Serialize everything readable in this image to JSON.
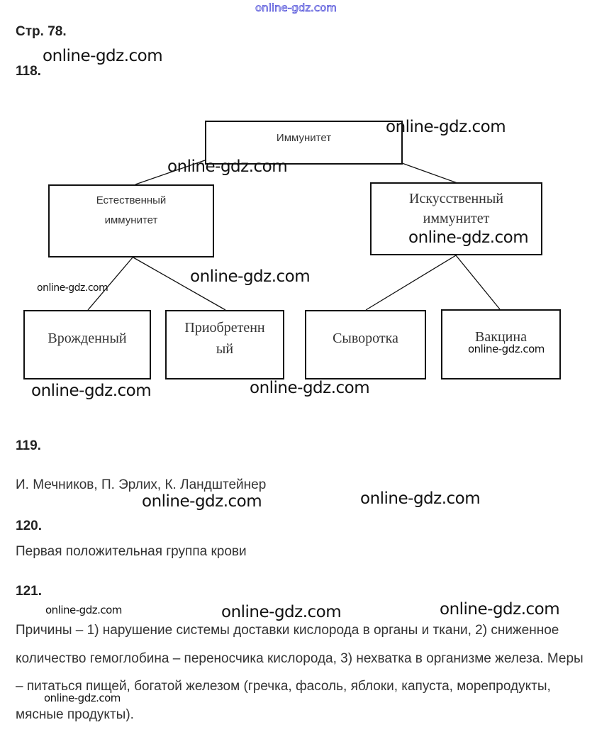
{
  "watermark": "online-gdz.com",
  "page_label": "Стр. 78.",
  "tasks": {
    "t118": {
      "number": "118."
    },
    "t119": {
      "number": "119.",
      "answer": "И. Мечников, П. Эрлих, К. Ландштейнер"
    },
    "t120": {
      "number": "120.",
      "answer": "Первая положительная группа крови"
    },
    "t121": {
      "number": "121.",
      "answer": "Причины – 1) нарушение системы доставки кислорода в органы и ткани, 2) сниженное количество гемоглобина – переносчика кислорода, 3) нехватка в организме железа. Меры – питаться пищей, богатой железом (гречка, фасоль, яблоки, капуста, морепродукты, мясные продукты)."
    }
  },
  "diagram": {
    "root": "Иммунитет",
    "natural": "Естественный иммунитет",
    "artificial": "Искусственный иммунитет",
    "innate": "Врожденный",
    "acquired": "Приобретенн ый",
    "serum": "Сыворотка",
    "vaccine": "Вакцина"
  }
}
